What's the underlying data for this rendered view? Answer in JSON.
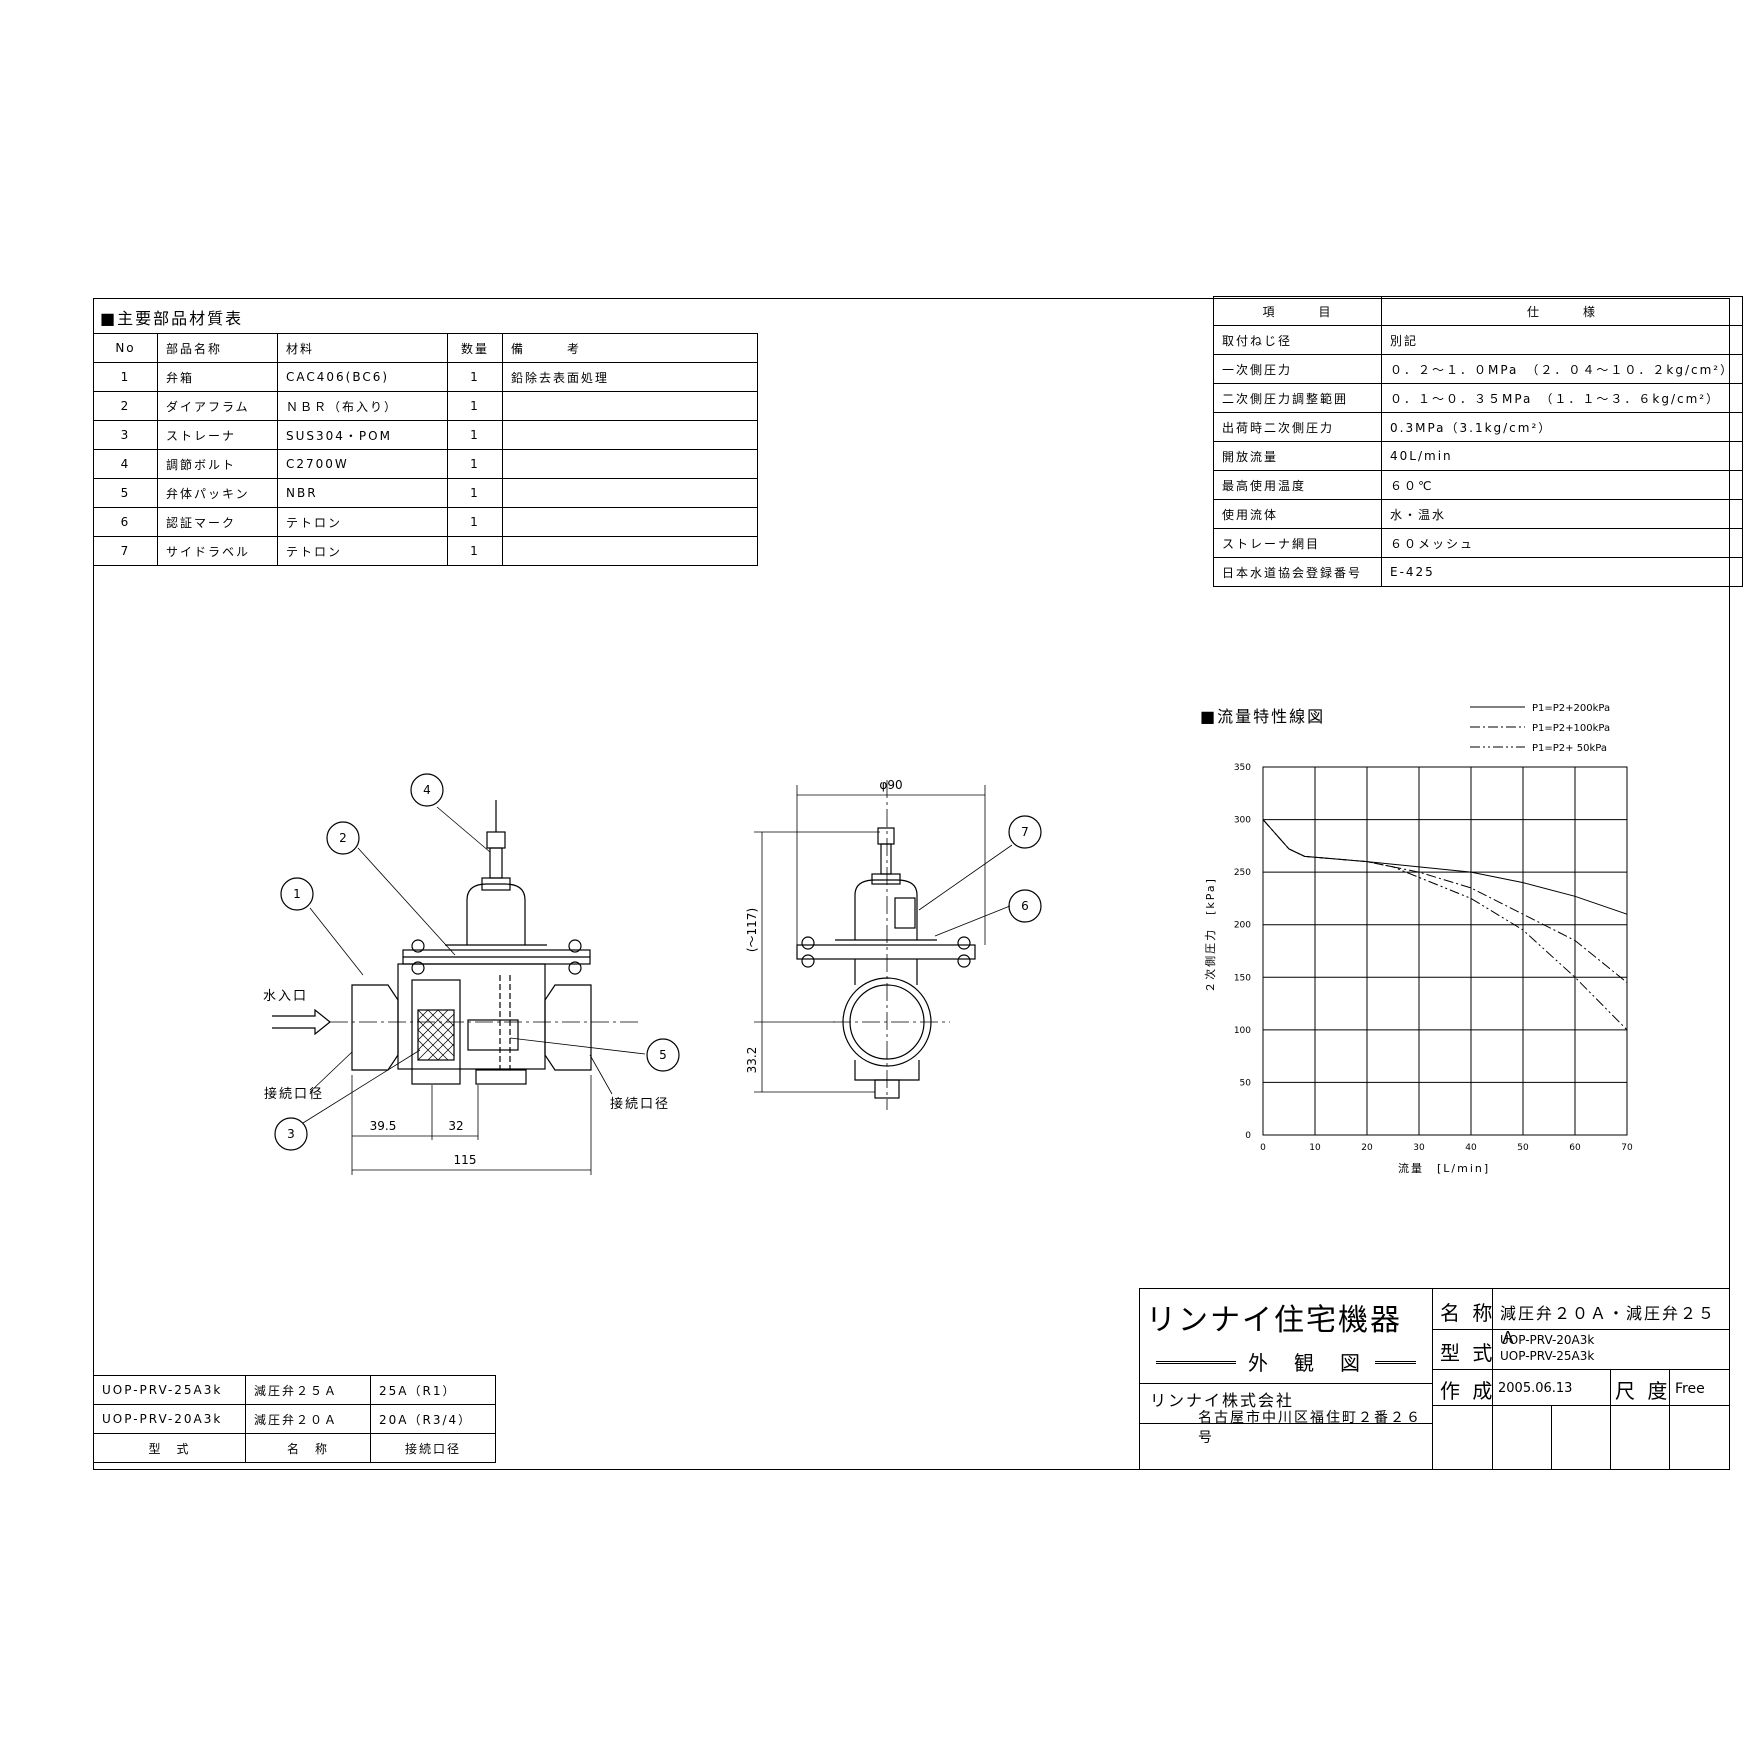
{
  "parts_table": {
    "title": "■主要部品材質表",
    "headers": [
      "No",
      "部品名称",
      "材料",
      "数量",
      "備　　　考"
    ],
    "rows": [
      [
        "1",
        "弁箱",
        "CAC406(BC6)",
        "1",
        "鉛除去表面処理"
      ],
      [
        "2",
        "ダイアフラム",
        "ＮＢＲ（布入り）",
        "1",
        ""
      ],
      [
        "3",
        "ストレーナ",
        "SUS304・POM",
        "1",
        ""
      ],
      [
        "4",
        "調節ボルト",
        "C2700W",
        "1",
        ""
      ],
      [
        "5",
        "弁体パッキン",
        "NBR",
        "1",
        ""
      ],
      [
        "6",
        "認証マーク",
        "テトロン",
        "1",
        ""
      ],
      [
        "7",
        "サイドラベル",
        "テトロン",
        "1",
        ""
      ]
    ]
  },
  "spec_table": {
    "headers": [
      "項　　　目",
      "仕　　　様"
    ],
    "rows": [
      [
        "取付ねじ径",
        "別記"
      ],
      [
        "一次側圧力",
        "０．２～１．０MPa　（２．０４～１０．２kg/cm²）"
      ],
      [
        "二次側圧力調整範囲",
        "０．１～０．３５MPa　（１．１～３．６kg/cm²）"
      ],
      [
        "出荷時二次側圧力",
        "0.3MPa（3.1kg/cm²）"
      ],
      [
        "開放流量",
        "40L/min"
      ],
      [
        "最高使用温度",
        "６０℃"
      ],
      [
        "使用流体",
        "水・温水"
      ],
      [
        "ストレーナ網目",
        "６０メッシュ"
      ],
      [
        "日本水道協会登録番号",
        "E-425"
      ]
    ]
  },
  "drawing": {
    "balloons": [
      "1",
      "2",
      "3",
      "4",
      "5",
      "6",
      "7"
    ],
    "water_inlet": "水入口",
    "port_label_left": "接続口径",
    "port_label_right": "接続口径",
    "dims": {
      "a": "39.5",
      "b": "32",
      "total": "115",
      "diameter": "φ90",
      "height": "(～117)",
      "lower": "33.2"
    }
  },
  "chart_data": {
    "type": "line",
    "title": "■流量特性線図",
    "xlabel": "流量　[L/min]",
    "ylabel": "２次側圧力　[kPa]",
    "xlim": [
      0,
      70
    ],
    "ylim": [
      0,
      350
    ],
    "xticks": [
      0,
      10,
      20,
      30,
      40,
      50,
      60,
      70
    ],
    "yticks": [
      0,
      50,
      100,
      150,
      200,
      250,
      300,
      350
    ],
    "grid": true,
    "legend_position": "top-right",
    "series": [
      {
        "name": "P1=P2+200kPa",
        "style": "solid",
        "x": [
          0,
          5,
          8,
          20,
          30,
          40,
          50,
          60,
          70
        ],
        "y": [
          300,
          272,
          265,
          260,
          255,
          250,
          240,
          227,
          210
        ]
      },
      {
        "name": "P1=P2+100kPa",
        "style": "dash-dot",
        "x": [
          0,
          5,
          8,
          20,
          25,
          30,
          40,
          50,
          60,
          70
        ],
        "y": [
          300,
          272,
          265,
          260,
          255,
          250,
          235,
          210,
          185,
          145
        ]
      },
      {
        "name": "P1=P2+ 50kPa",
        "style": "dash-dot-dot",
        "x": [
          0,
          5,
          8,
          20,
          25,
          30,
          40,
          50,
          60,
          70
        ],
        "y": [
          300,
          272,
          265,
          260,
          255,
          245,
          225,
          195,
          150,
          100
        ]
      }
    ]
  },
  "model_table": {
    "rows": [
      [
        "UOP-PRV-25A3k",
        "減圧弁２５Ａ",
        "25A（R1）"
      ],
      [
        "UOP-PRV-20A3k",
        "減圧弁２０Ａ",
        "20A（R3/4）"
      ]
    ],
    "footer": [
      "型　式",
      "名　称",
      "接続口径"
    ]
  },
  "title_block": {
    "brand": "リンナイ",
    "brand_suffix": "住宅機器",
    "drawing_type": "外　観　図",
    "company": "株式会社",
    "address": "名古屋市中川区福住町２番２６号",
    "name_label": "名 称",
    "name_value": "減圧弁２０Ａ・減圧弁２５Ａ",
    "model_label": "型 式",
    "model_values": [
      "UOP-PRV-20A3k",
      "UOP-PRV-25A3k"
    ],
    "created_label": "作 成",
    "created_date": "2005.06.13",
    "scale_label": "尺 度",
    "scale_value": "Free"
  }
}
